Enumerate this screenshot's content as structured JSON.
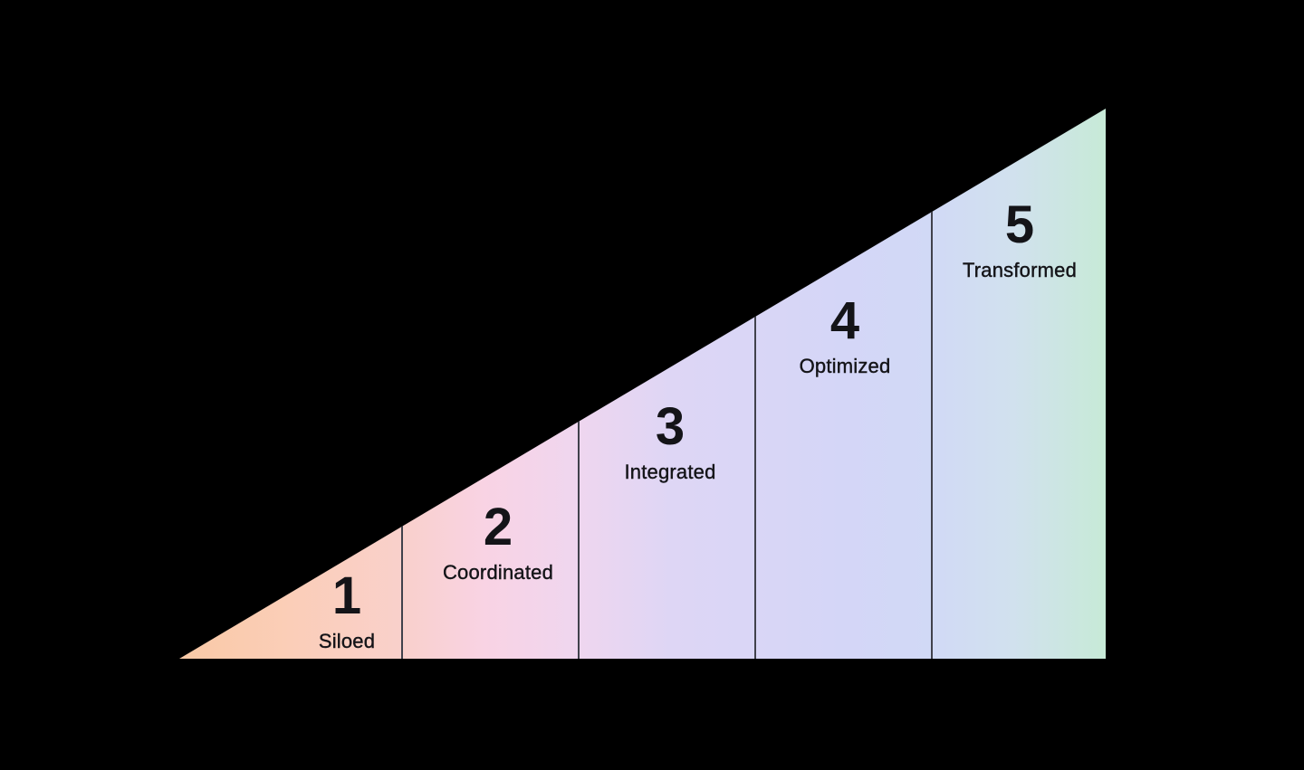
{
  "stages": [
    {
      "number": "1",
      "label": "Siloed"
    },
    {
      "number": "2",
      "label": "Coordinated"
    },
    {
      "number": "3",
      "label": "Integrated"
    },
    {
      "number": "4",
      "label": "Optimized"
    },
    {
      "number": "5",
      "label": "Transformed"
    }
  ],
  "colors": {
    "bg": "#000000",
    "text": "#141418",
    "divider": "#41424c",
    "g0": "#f9c9a6",
    "g1": "#fbceb8",
    "g2": "#f9d0cb",
    "g3": "#f9d3e4",
    "g4": "#efd6ef",
    "g5": "#ded6f5",
    "g6": "#d4d6f7",
    "g7": "#d1d9f6",
    "g8": "#d1e1ee",
    "g9": "#c7ead7"
  }
}
